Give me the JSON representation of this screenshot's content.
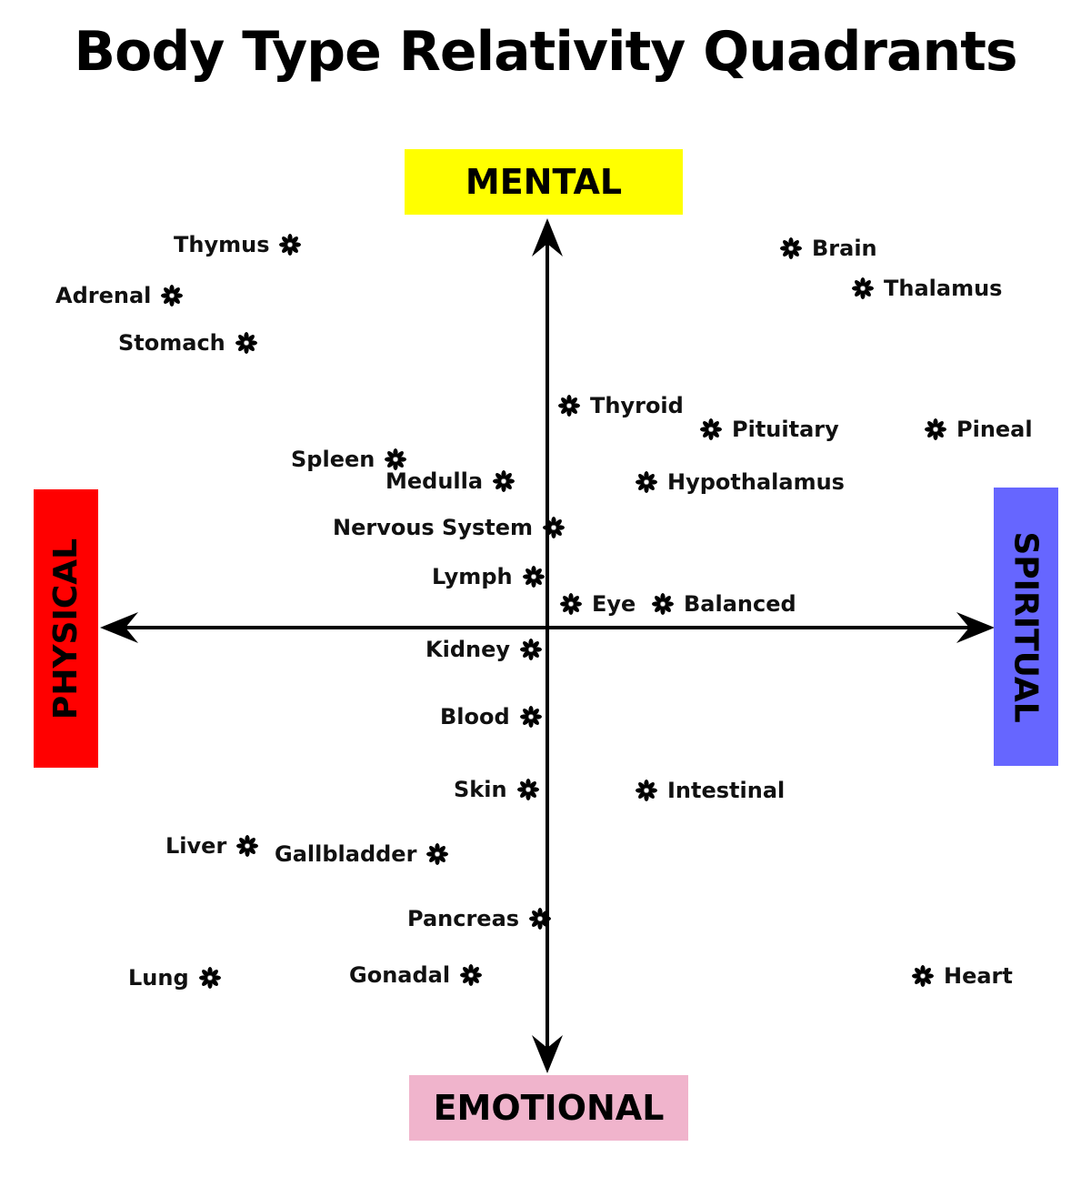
{
  "title": "Body Type Relativity Quadrants",
  "axes": {
    "top": {
      "label": "MENTAL",
      "color": "#ffff00"
    },
    "bottom": {
      "label": "EMOTIONAL",
      "color": "#f0b4cc"
    },
    "left": {
      "label": "PHYSICAL",
      "color": "#ff0000"
    },
    "right": {
      "label": "SPIRITUAL",
      "color": "#6666ff"
    }
  },
  "items": [
    {
      "label": "Thymus",
      "marker": "right"
    },
    {
      "label": "Adrenal",
      "marker": "right"
    },
    {
      "label": "Stomach",
      "marker": "right"
    },
    {
      "label": "Spleen",
      "marker": "right"
    },
    {
      "label": "Medulla",
      "marker": "right"
    },
    {
      "label": "Nervous System",
      "marker": "right"
    },
    {
      "label": "Lymph",
      "marker": "right"
    },
    {
      "label": "Kidney",
      "marker": "right"
    },
    {
      "label": "Blood",
      "marker": "right"
    },
    {
      "label": "Skin",
      "marker": "right"
    },
    {
      "label": "Liver",
      "marker": "right"
    },
    {
      "label": "Gallbladder",
      "marker": "right"
    },
    {
      "label": "Pancreas",
      "marker": "right"
    },
    {
      "label": "Lung",
      "marker": "right"
    },
    {
      "label": "Gonadal",
      "marker": "right"
    },
    {
      "label": "Brain",
      "marker": "left"
    },
    {
      "label": "Thalamus",
      "marker": "left"
    },
    {
      "label": "Thyroid",
      "marker": "left"
    },
    {
      "label": "Pituitary",
      "marker": "left"
    },
    {
      "label": "Pineal",
      "marker": "left"
    },
    {
      "label": "Hypothalamus",
      "marker": "left"
    },
    {
      "label": "Eye",
      "marker": "left"
    },
    {
      "label": "Balanced",
      "marker": "left"
    },
    {
      "label": "Intestinal",
      "marker": "left"
    },
    {
      "label": "Heart",
      "marker": "left"
    }
  ]
}
